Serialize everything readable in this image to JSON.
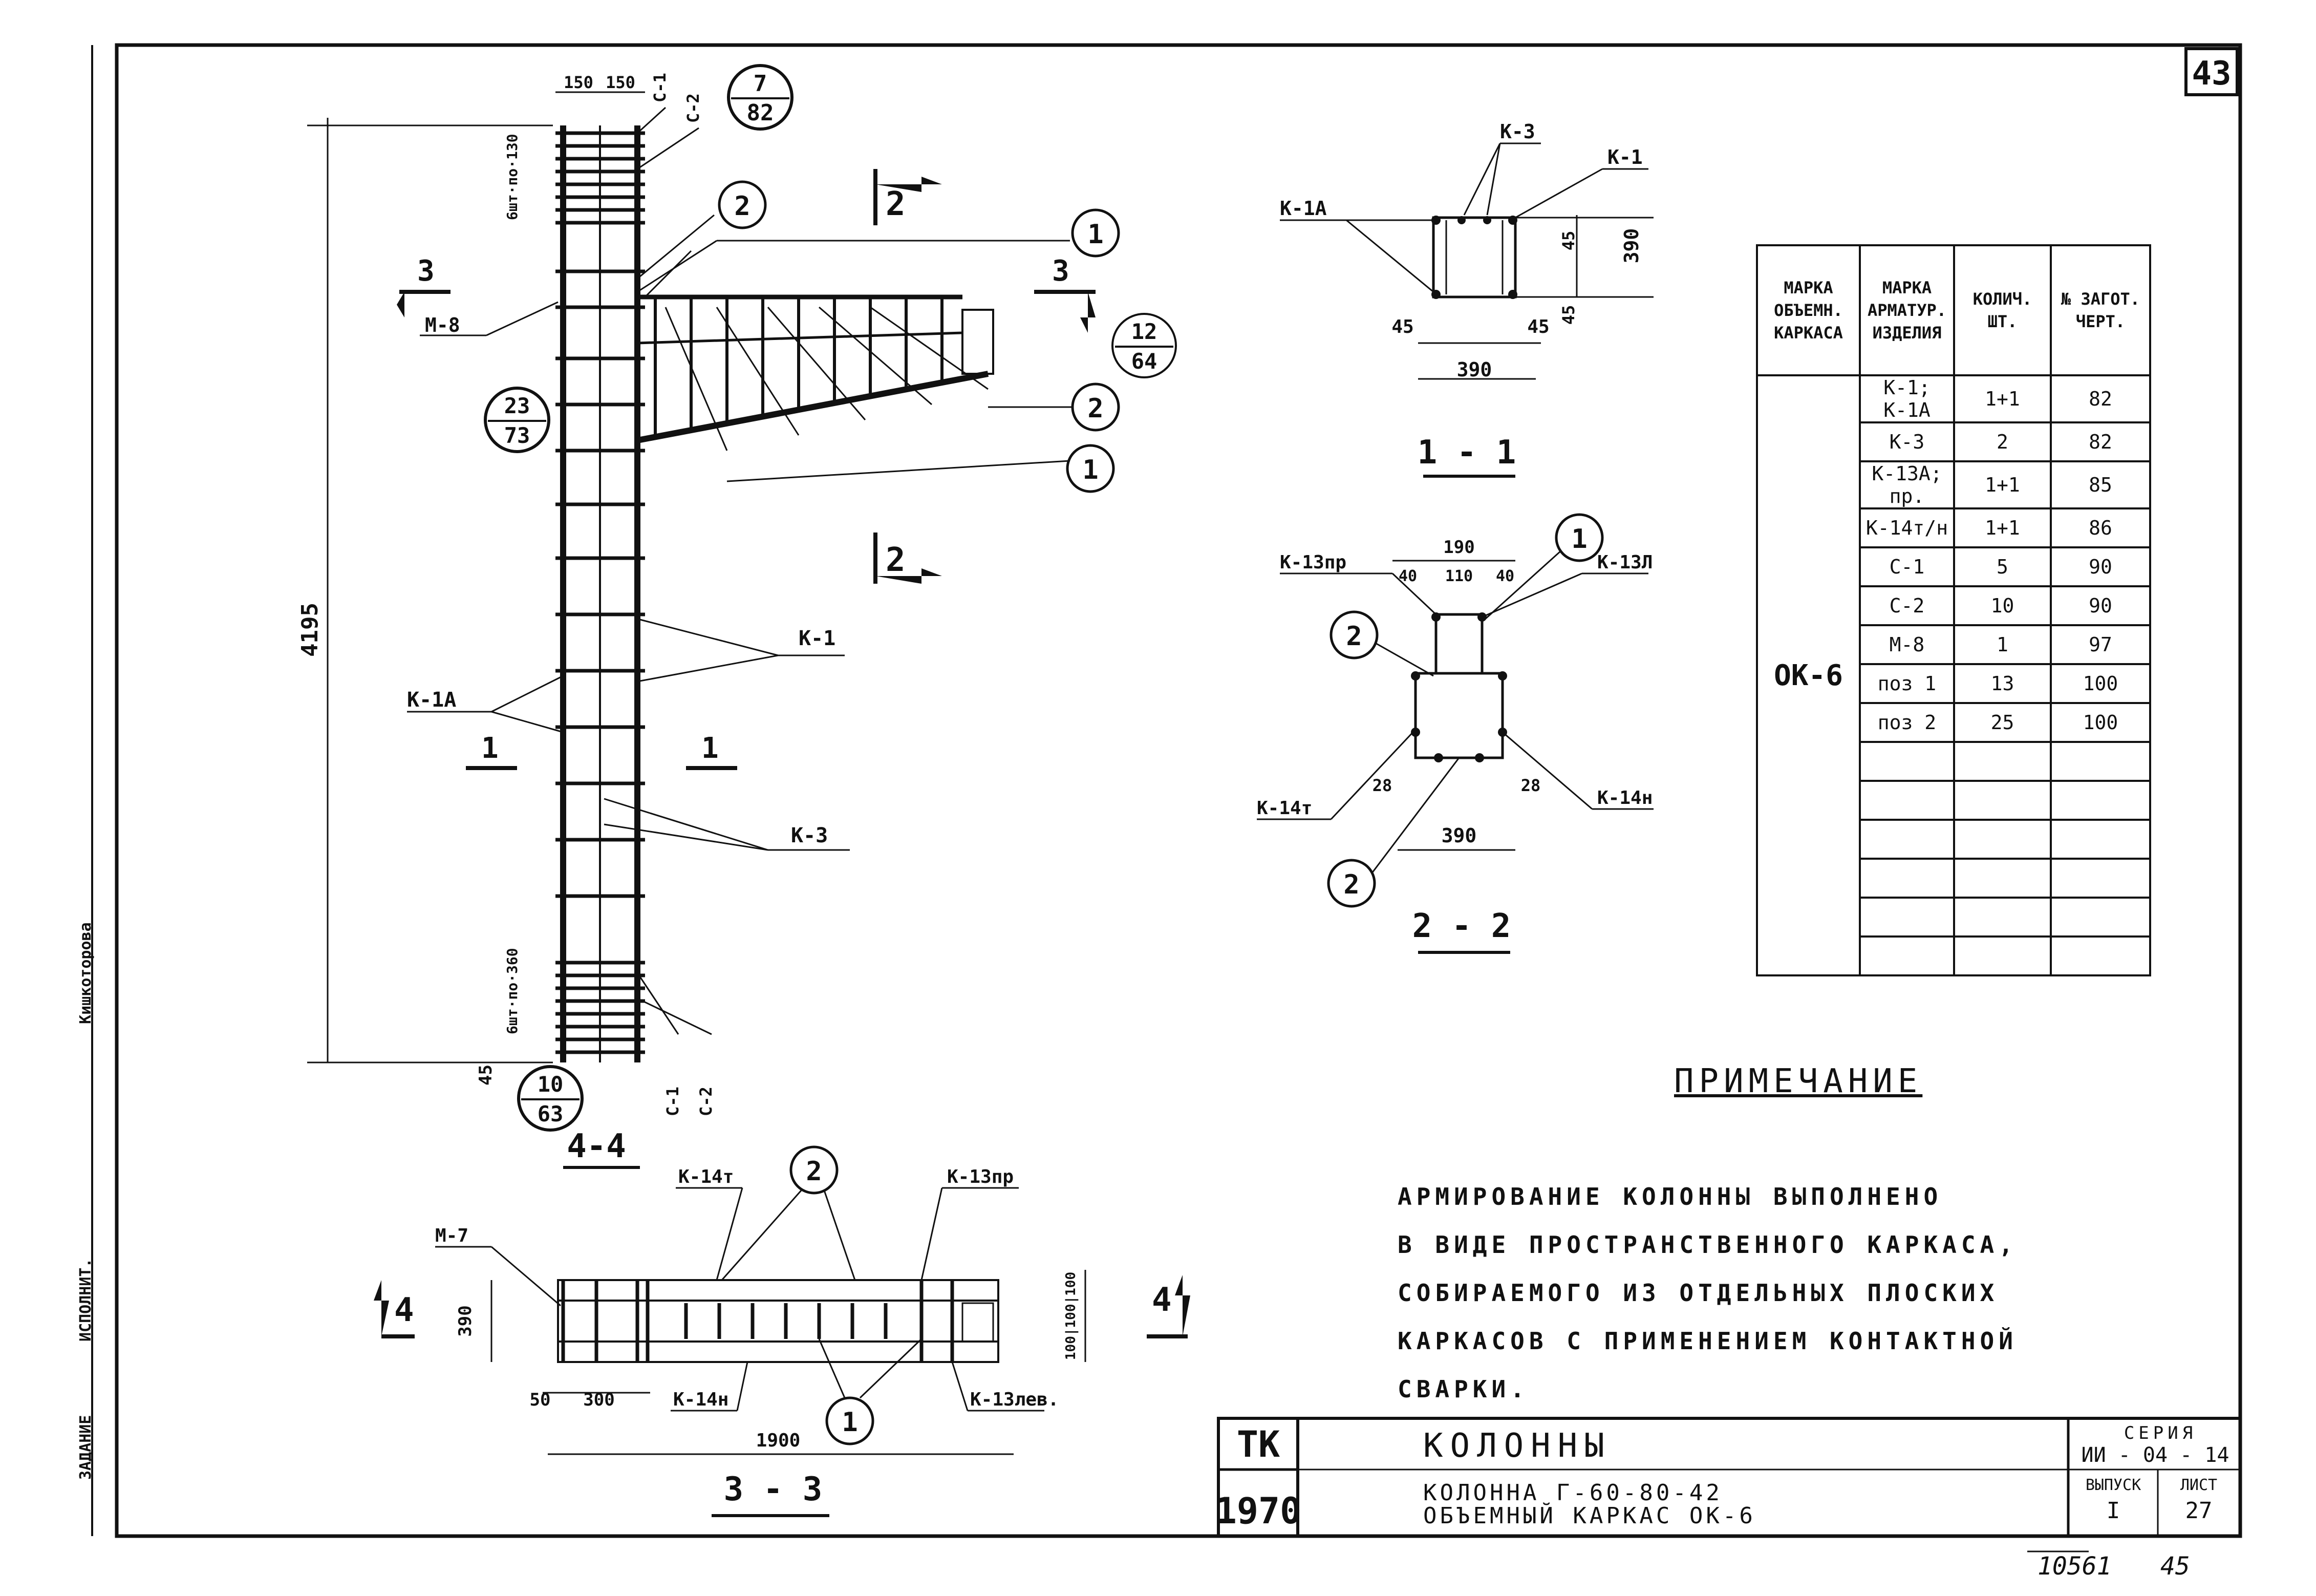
{
  "sheet_number": "43",
  "margin_text": {
    "zadanie": "ЗАДАНИЕ",
    "ispolnit": "ИСПОЛНИТ.",
    "signature": "Кишкоторова"
  },
  "main_view": {
    "title": "4-4",
    "height_dim": "4195",
    "top_dims": [
      "150",
      "150"
    ],
    "labels": {
      "k1": "К-1",
      "k1a": "К-1А",
      "k3": "К-3",
      "m8": "М-8",
      "c1": "С-1",
      "c2": "С-2"
    },
    "section_marks": {
      "s1": "1",
      "s2": "2",
      "s3": "3"
    },
    "callouts": {
      "p1": "1",
      "p2": "2"
    },
    "refs": {
      "r1": {
        "top": "7",
        "bottom": "82"
      },
      "r2": {
        "top": "12",
        "bottom": "64"
      },
      "r3": {
        "top": "23",
        "bottom": "73"
      },
      "r4": {
        "top": "10",
        "bottom": "63"
      }
    },
    "spacing_top": "6шт·по·130",
    "spacing_bottom": "6шт·по·360",
    "bottom_dim": "45"
  },
  "section_1_1": {
    "title": "1 - 1",
    "labels": {
      "k3": "К-3",
      "k1": "К-1",
      "k1a": "К-1А"
    },
    "dims": {
      "d45a": "45",
      "d45b": "45",
      "d45c": "45",
      "d45d": "45",
      "d390a": "390",
      "d390b": "390"
    }
  },
  "section_2_2": {
    "title": "2 - 2",
    "labels": {
      "k13pr": "К-13пр",
      "k13l": "К-13Л",
      "k14t": "К-14т",
      "k14n": "К-14н"
    },
    "dims": {
      "d190": "190",
      "d40a": "40",
      "d110": "110",
      "d40b": "40",
      "d28a": "28",
      "d28b": "28",
      "d390": "390"
    },
    "callouts": {
      "p1": "1",
      "p2": "2"
    }
  },
  "section_3_3": {
    "title": "3 - 3",
    "labels": {
      "m7": "М-7",
      "k14t": "К-14т",
      "k13pr": "К-13пр",
      "k14n": "К-14н",
      "k13lev": "К-13лев."
    },
    "dims": {
      "d50": "50",
      "d300": "300",
      "d1900": "1900",
      "d390": "390",
      "d100": "100|100|100"
    },
    "section_mark": "4",
    "callouts": {
      "p1": "1",
      "p2": "2"
    }
  },
  "spec_table": {
    "headers": [
      "МАРКА ОБЪЕМН. КАРКАСА",
      "МАРКА АРМАТУР. ИЗДЕЛИЯ",
      "КОЛИЧ. ШТ.",
      "№ ЗАГОТ. ЧЕРТ."
    ],
    "frame_mark": "ОК-6",
    "rows": [
      [
        "К-1; К-1А",
        "1+1",
        "82"
      ],
      [
        "К-3",
        "2",
        "82"
      ],
      [
        "К-13А; пр.",
        "1+1",
        "85"
      ],
      [
        "К-14т/н",
        "1+1",
        "86"
      ],
      [
        "С-1",
        "5",
        "90"
      ],
      [
        "С-2",
        "10",
        "90"
      ],
      [
        "М-8",
        "1",
        "97"
      ],
      [
        "поз 1",
        "13",
        "100"
      ],
      [
        "поз 2",
        "25",
        "100"
      ],
      [
        "",
        "",
        ""
      ],
      [
        "",
        "",
        ""
      ],
      [
        "",
        "",
        ""
      ],
      [
        "",
        "",
        ""
      ],
      [
        "",
        "",
        ""
      ],
      [
        "",
        "",
        ""
      ]
    ]
  },
  "note": {
    "title": "ПРИМЕЧАНИЕ",
    "lines": [
      "АРМИРОВАНИЕ КОЛОННЫ ВЫПОЛНЕНО",
      "В ВИДЕ ПРОСТРАНСТВЕННОГО КАРКАСА,",
      "СОБИРАЕМОГО ИЗ ОТДЕЛЬНЫХ ПЛОСКИХ",
      "КАРКАСОВ С ПРИМЕНЕНИЕМ КОНТАКТНОЙ",
      "СВАРКИ."
    ]
  },
  "title_block": {
    "org": "ТК",
    "year": "1970",
    "title": "КОЛОННЫ",
    "subtitle1": "КОЛОННА   Г-60-80-42",
    "subtitle2": "ОБЪЕМНЫЙ  КАРКАС  ОК-6",
    "series_label": "СЕРИЯ",
    "series_value": "ИИ - 04 - 14",
    "issue_label": "ВЫПУСК",
    "issue_value": "I",
    "sheet_label": "ЛИСТ",
    "sheet_value": "27"
  },
  "footer": {
    "doc_number": "10561",
    "page": "45"
  }
}
